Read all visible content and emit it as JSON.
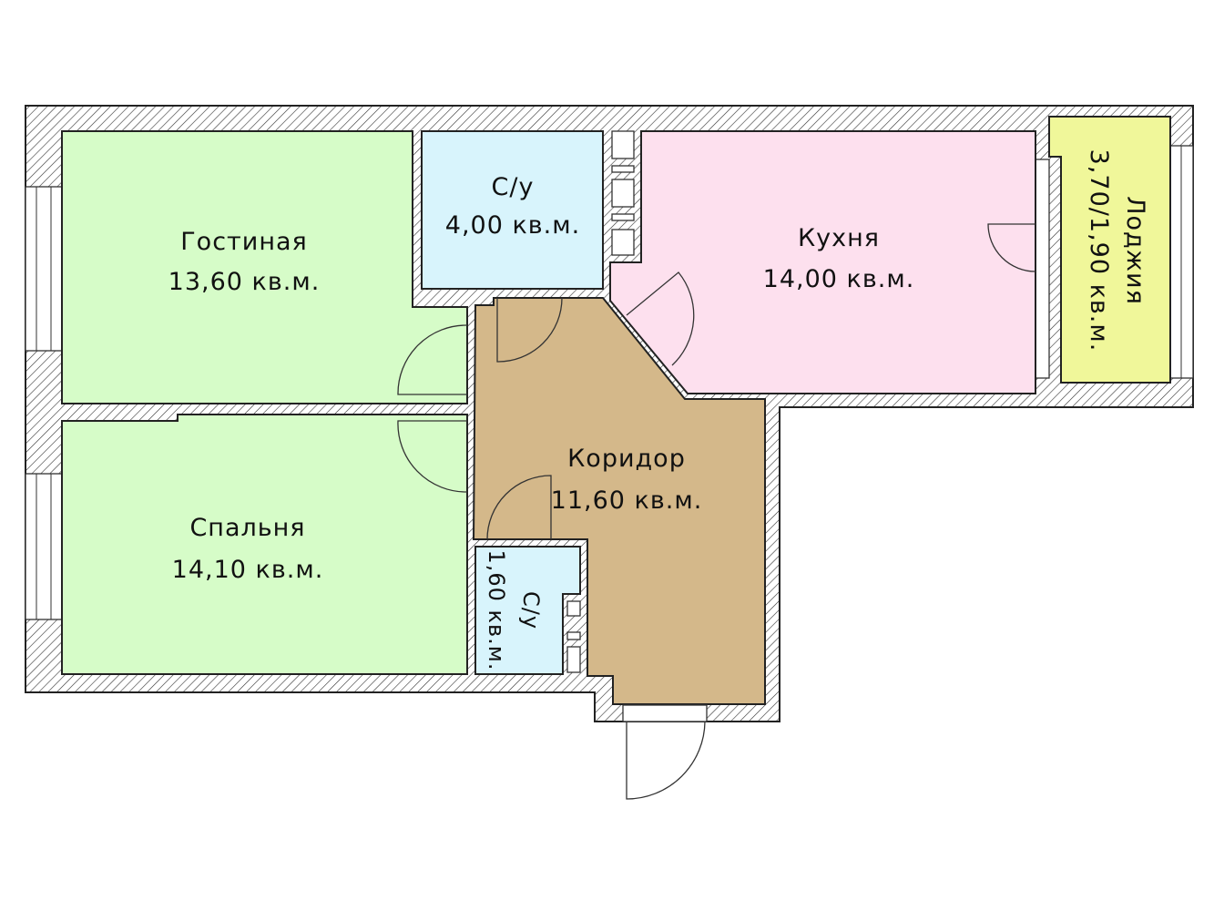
{
  "rooms": {
    "living": {
      "name": "Гостиная",
      "area": "13,60 кв.м.",
      "color": "#d6fcc8"
    },
    "bath_main": {
      "name": "С/у",
      "area": "4,00 кв.м.",
      "color": "#d8f4fc"
    },
    "kitchen": {
      "name": "Кухня",
      "area": "14,00 кв.м.",
      "color": "#fde0ee"
    },
    "loggia": {
      "name": "Лоджия",
      "area": "3,70/1,90 кв.м.",
      "color": "#f0f79a"
    },
    "corridor": {
      "name": "Коридор",
      "area": "11,60 кв.м.",
      "color": "#d4b88a"
    },
    "bedroom": {
      "name": "Спальня",
      "area": "14,10 кв.м.",
      "color": "#d6fcc8"
    },
    "bath_small": {
      "name": "С/у",
      "area": "1,60 кв.м.",
      "color": "#d8f4fc"
    }
  }
}
